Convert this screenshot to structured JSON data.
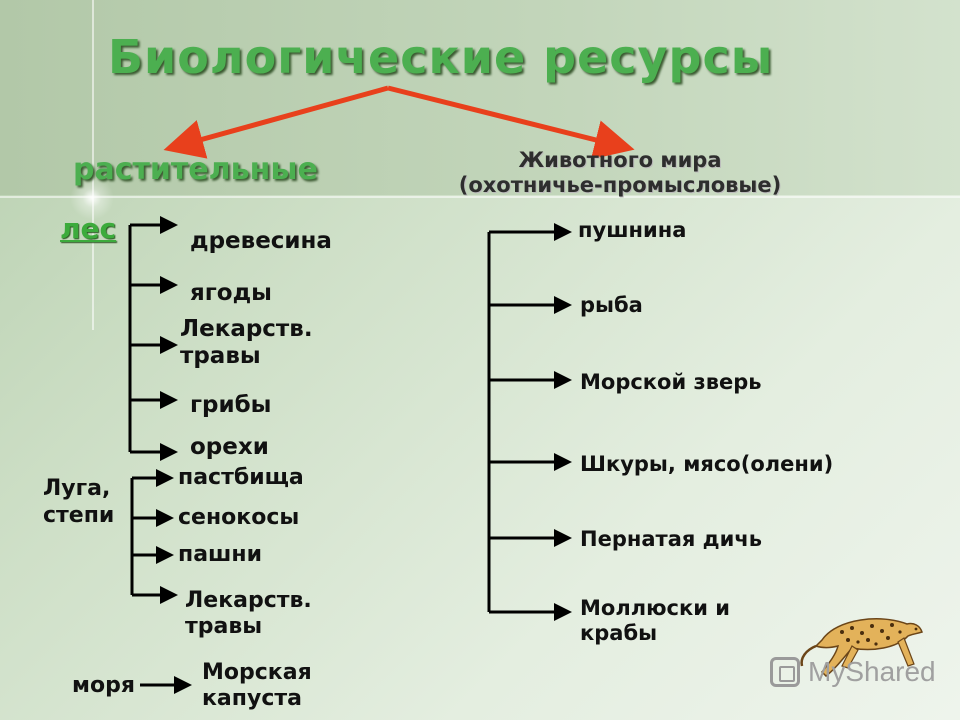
{
  "title": "Биологические ресурсы",
  "plant": {
    "heading": "растительные",
    "forest": {
      "label": "лес",
      "items": [
        "древесина",
        "ягоды",
        "Лекарств.\nтравы",
        "грибы",
        "орехи"
      ]
    },
    "meadows": {
      "label": "Луга,\nстепи",
      "items": [
        "пастбища",
        "сенокосы",
        "пашни",
        "Лекарств.\nтравы"
      ]
    },
    "seas": {
      "label": "моря",
      "item": "Морская\nкапуста"
    }
  },
  "animal": {
    "heading_line1": "Животного мира",
    "heading_line2": "(охотничье-промысловые)",
    "items": [
      "пушнина",
      "рыба",
      "Морской зверь",
      "Шкуры, мясо(олени)",
      "Пернатая дичь",
      "Моллюски и\nкрабы"
    ]
  },
  "watermark": "MyShared",
  "colors": {
    "title_green": "#4caf50",
    "arrow_red": "#e8401c"
  }
}
